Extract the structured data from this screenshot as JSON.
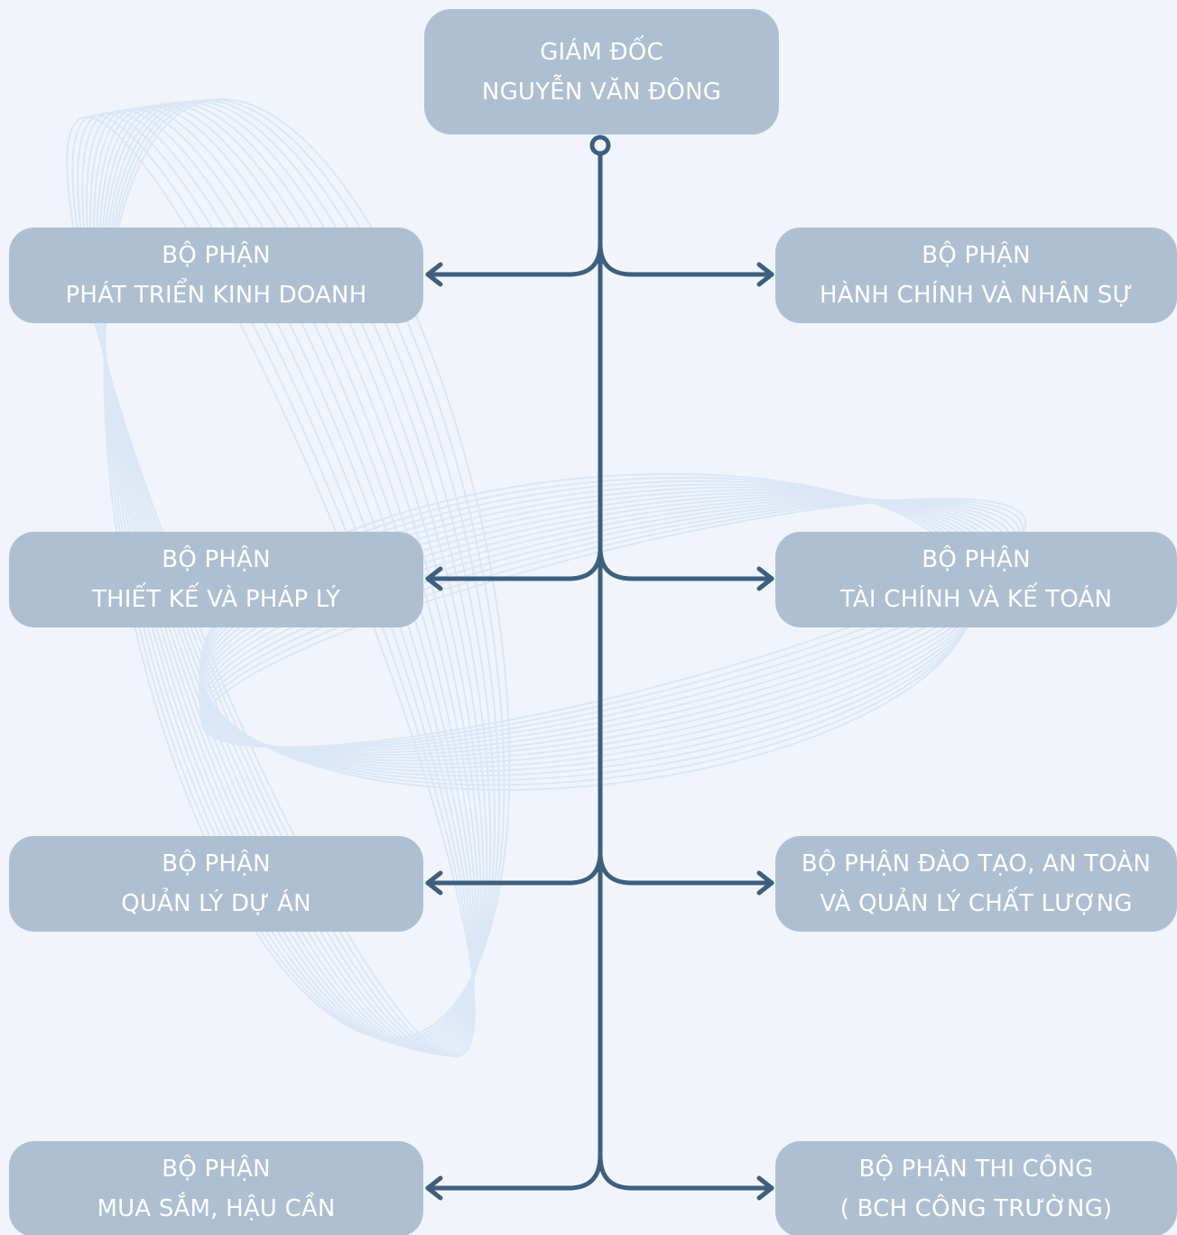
{
  "org_chart": {
    "root": {
      "line1": "GIÁM ĐỐC",
      "line2": "NGUYỄN VĂN ĐÔNG"
    },
    "departments": [
      {
        "line1": "BỘ PHẬN",
        "line2": "PHÁT TRIỂN KINH DOANH"
      },
      {
        "line1": "BỘ PHẬN",
        "line2": "HÀNH CHÍNH VÀ NHÂN SỰ"
      },
      {
        "line1": "BỘ PHẬN",
        "line2": "THIẾT KẾ VÀ PHÁP LÝ"
      },
      {
        "line1": "BỘ PHẬN",
        "line2": "TÀI CHÍNH VÀ KẾ TOÁN"
      },
      {
        "line1": "BỘ PHẬN",
        "line2": "QUẢN LÝ DỰ ÁN"
      },
      {
        "line1": "BỘ PHẬN ĐÀO TẠO, AN TOÀN",
        "line2": "VÀ QUẢN LÝ CHẤT LƯỢNG"
      },
      {
        "line1": "BỘ PHẬN",
        "line2": "MUA SẮM, HẬU CẦN"
      },
      {
        "line1": "BỘ PHẬN THI CÔNG",
        "line2": "( BCH CÔNG TRƯỜNG)"
      }
    ]
  },
  "colors": {
    "background": "#f1f5fb",
    "node_fill": "#aebfd1",
    "node_text": "#ffffff",
    "connector": "#3d5f80",
    "decoration": "#dbe7f6"
  }
}
